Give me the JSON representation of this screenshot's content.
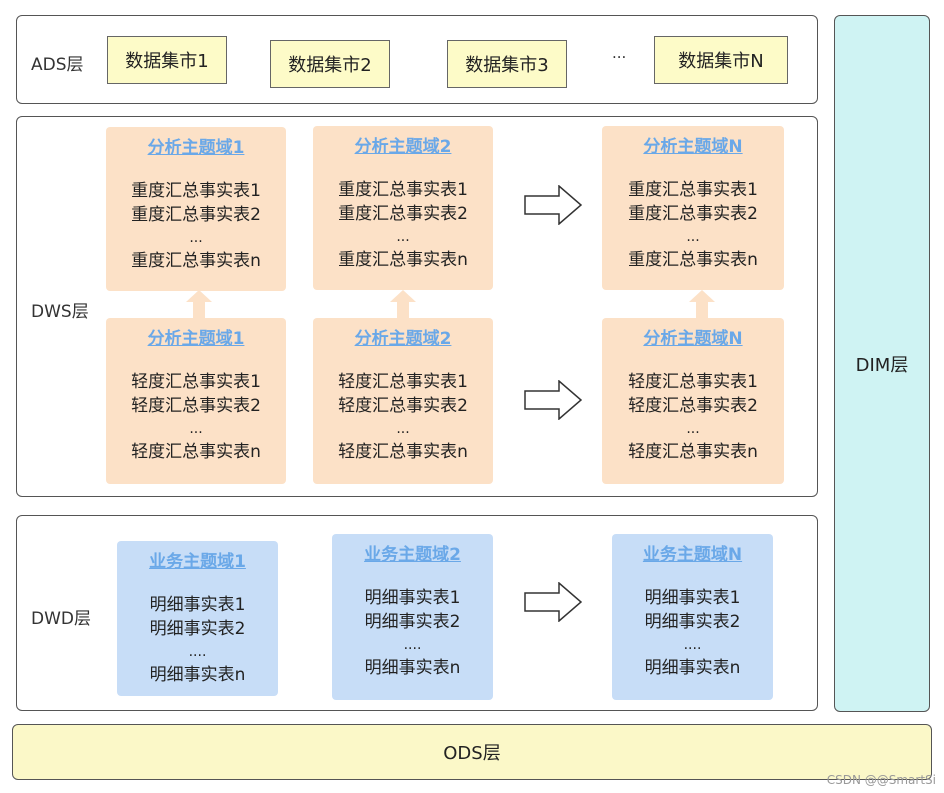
{
  "ads": {
    "label": "ADS层",
    "marts": [
      "数据集市1",
      "数据集市2",
      "数据集市3",
      "数据集市N"
    ],
    "ellipsis": "..."
  },
  "dws": {
    "label": "DWS层",
    "heavy": [
      {
        "title": "分析主题域1",
        "rows": [
          "重度汇总事实表1",
          "重度汇总事实表2",
          "...",
          "重度汇总事实表n"
        ]
      },
      {
        "title": "分析主题域2",
        "rows": [
          "重度汇总事实表1",
          "重度汇总事实表2",
          "...",
          "重度汇总事实表n"
        ]
      },
      {
        "title": "分析主题域N",
        "rows": [
          "重度汇总事实表1",
          "重度汇总事实表2",
          "...",
          "重度汇总事实表n"
        ]
      }
    ],
    "light": [
      {
        "title": "分析主题域1",
        "rows": [
          "轻度汇总事实表1",
          "轻度汇总事实表2",
          "...",
          "轻度汇总事实表n"
        ]
      },
      {
        "title": "分析主题域2",
        "rows": [
          "轻度汇总事实表1",
          "轻度汇总事实表2",
          "...",
          "轻度汇总事实表n"
        ]
      },
      {
        "title": "分析主题域N",
        "rows": [
          "轻度汇总事实表1",
          "轻度汇总事实表2",
          "...",
          "轻度汇总事实表n"
        ]
      }
    ]
  },
  "dwd": {
    "label": "DWD层",
    "domains": [
      {
        "title": "业务主题域1",
        "rows": [
          "明细事实表1",
          "明细事实表2",
          "....",
          "明细事实表n"
        ]
      },
      {
        "title": "业务主题域2",
        "rows": [
          "明细事实表1",
          "明细事实表2",
          "....",
          "明细事实表n"
        ]
      },
      {
        "title": "业务主题域N",
        "rows": [
          "明细事实表1",
          "明细事实表2",
          "....",
          "明细事实表n"
        ]
      }
    ]
  },
  "dim": {
    "label": "DIM层"
  },
  "ods": {
    "label": "ODS层"
  },
  "watermark": "CSDN @@SmartSi",
  "colors": {
    "heavy_box": "#fce1c7",
    "dwd_box": "#c7ddf7",
    "title_link": "#6aa8e8",
    "mart_fill": "#fdfbc8",
    "dim_fill": "#cff3f3",
    "ods_fill": "#fbf8c8"
  }
}
